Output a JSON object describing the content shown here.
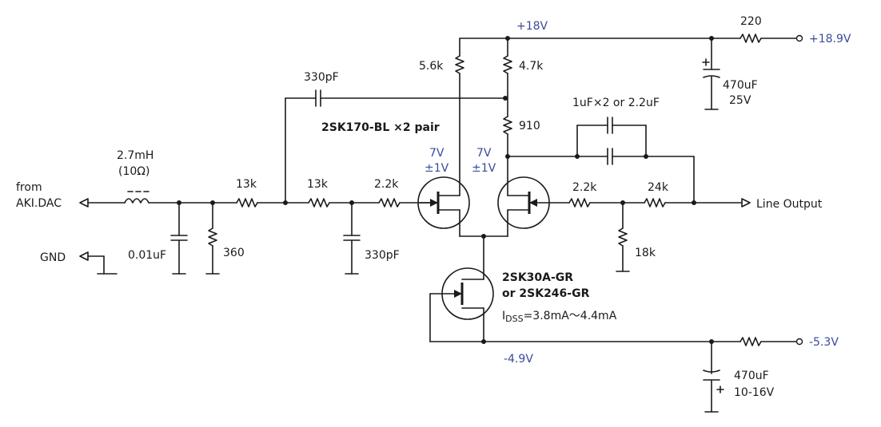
{
  "labels": {
    "input_from": "from",
    "input_dac": "AKI.DAC",
    "gnd": "GND",
    "inductor_value": "2.7mH",
    "inductor_dcr": "(10Ω)",
    "c_input": "0.01uF",
    "r_shunt": "360",
    "r_13k_a": "13k",
    "r_13k_b": "13k",
    "r_2k2_in": "2.2k",
    "c_330_top": "330pF",
    "c_330_bottom": "330pF",
    "r_5k6": "5.6k",
    "r_4k7": "4.7k",
    "r_910": "910",
    "fet_pair": "2SK170-BL ×2 pair",
    "drain_v_left": "7V",
    "drain_tol_left": "±1V",
    "drain_v_right": "7V",
    "drain_tol_right": "±1V",
    "c_coupling": "1uF×2 or 2.2uF",
    "r_2k2_out": "2.2k",
    "r_24k": "24k",
    "r_18k": "18k",
    "output": "Line Output",
    "ccs_fet_1": "2SK30A-GR",
    "ccs_fet_2": "or 2SK246-GR",
    "idss_I": "I",
    "idss_sub": "DSS",
    "idss_value": "=3.8mA～4.4mA",
    "rail_pos": "+18V",
    "rail_pos_in": "+18.9V",
    "r_220": "220",
    "c_pos": "470uF",
    "c_pos_v": "25V",
    "rail_neg": "-4.9V",
    "rail_neg_in": "-5.3V",
    "c_neg": "470uF",
    "c_neg_v": "10-16V"
  },
  "colors": {
    "wire": "#1a1a1a",
    "voltage": "#3b4a9a"
  }
}
